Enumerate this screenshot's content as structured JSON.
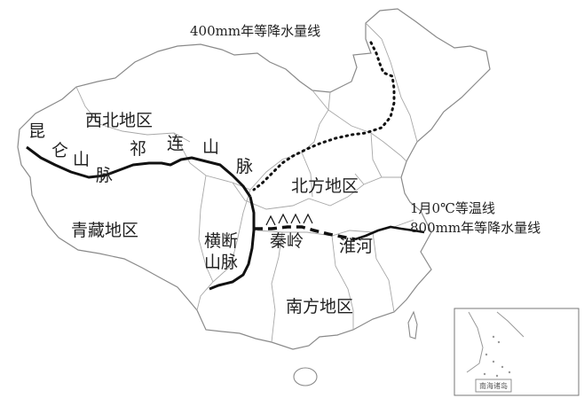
{
  "map": {
    "regions": {
      "northwest": "西北地区",
      "north": "北方地区",
      "tibet": "青藏地区",
      "south": "南方地区"
    },
    "mountains": {
      "kunlun": [
        "昆",
        "仑",
        "山",
        "脉"
      ],
      "qilian": [
        "祁",
        "连",
        "山",
        "脉"
      ],
      "hengduan": [
        "横断",
        "山脉"
      ],
      "qinling": "秦岭"
    },
    "rivers": {
      "huai": "淮河"
    },
    "lines": {
      "isohyet_400": "400mm年等降水量线",
      "isotherm_jan0": "1月0℃等温线",
      "isohyet_800": "800mm年等降水量线"
    },
    "inset": {
      "label": "南海诸岛"
    },
    "colors": {
      "outline": "#8a8a8a",
      "divider_line": "#111111",
      "dotted_line": "#111111",
      "background": "#ffffff"
    }
  }
}
